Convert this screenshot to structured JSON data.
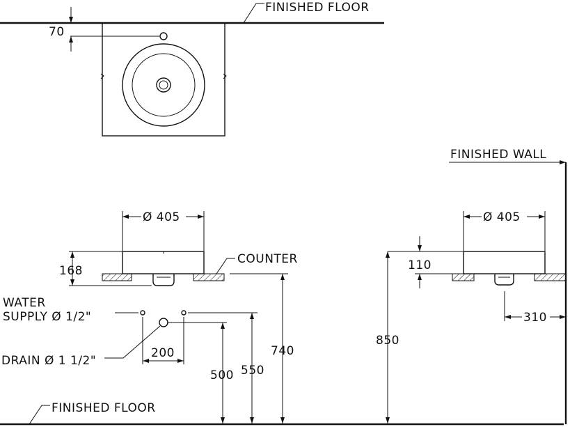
{
  "plan_view": {
    "finished_floor_label": "FINISHED FLOOR",
    "offset_dim": "70"
  },
  "front_view": {
    "diameter_dim": "Ø 405",
    "height_dim": "168",
    "counter_label": "COUNTER",
    "water_supply_label_line1": "WATER",
    "water_supply_label_line2": "SUPPLY Ø 1/2\"",
    "drain_label": "DRAIN Ø 1 1/2\"",
    "supply_spacing_dim": "200",
    "drain_height_dim": "500",
    "supply_height_dim": "550",
    "counter_height_dim": "740",
    "finished_floor_label": "FINISHED FLOOR"
  },
  "side_view": {
    "finished_wall_label": "FINISHED WALL",
    "diameter_dim": "Ø 405",
    "height_dim": "110",
    "wall_offset_dim": "310",
    "total_height_dim": "850"
  }
}
